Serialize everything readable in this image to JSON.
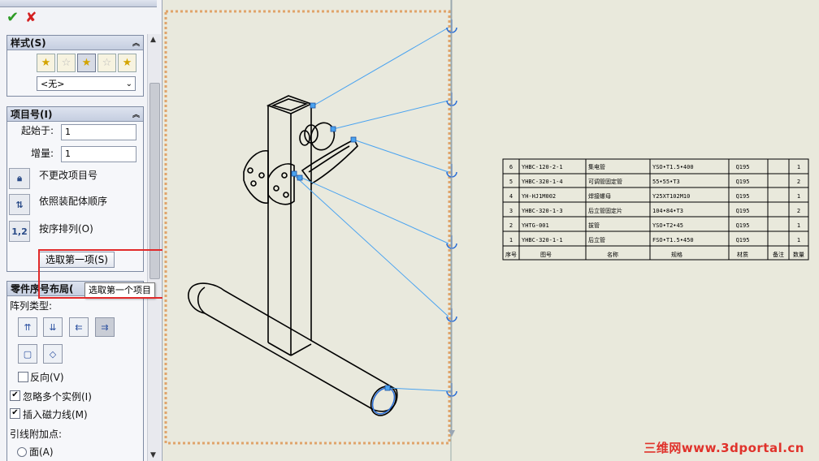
{
  "panel": {
    "ok_symbol": "✔",
    "cancel_symbol": "✘",
    "style_section": {
      "title": "样式(S)",
      "select_value": "<无>"
    },
    "item_section": {
      "title": "项目号(I)",
      "start_label": "起始于:",
      "start_value": "1",
      "increment_label": "增量:",
      "increment_value": "1",
      "option_unchanged": "不更改项目号",
      "option_assembly_order": "依照装配体顺序",
      "option_sorted": "按序排列(O)",
      "sorted_icon_text": "1,2",
      "select_first_button": "选取第一项(S)",
      "tooltip": "选取第一个项目"
    },
    "layout_section": {
      "title": "零件序号布局(",
      "array_type_label": "阵列类型:",
      "reverse_label": "反向(V)",
      "reverse_checked": false,
      "ignore_multi_label": "忽略多个实例(I)",
      "ignore_multi_checked": true,
      "magnet_label": "插入磁力线(M)",
      "magnet_checked": true,
      "leader_attach_label": "引线附加点:",
      "face_label": "面(A)"
    }
  },
  "bom": {
    "rows": [
      [
        "6",
        "YHBC-120-2-1",
        "集电管",
        "YSO•T1.5•400",
        "Q195",
        "",
        "1"
      ],
      [
        "5",
        "YHBC-320-1-4",
        "可调管固定管",
        "55•55•T3",
        "Q195",
        "",
        "2"
      ],
      [
        "4",
        "YH-HJ1M002",
        "焊接螺母",
        "Y25XT102M10",
        "Q195",
        "",
        "1"
      ],
      [
        "3",
        "YHBC-320-1-3",
        "后立管固定片",
        "104•84•T3",
        "Q195",
        "",
        "2"
      ],
      [
        "2",
        "YHTG-001",
        "拔管",
        "YSO•T2•45",
        "Q195",
        "",
        "1"
      ],
      [
        "1",
        "YHBC-320-1-1",
        "后立管",
        "FSO•T1.5•450",
        "Q195",
        "",
        "1"
      ]
    ],
    "headers": [
      "序号",
      "图号",
      "名称",
      "规格",
      "材质",
      "备注",
      "数量"
    ]
  },
  "watermark": "三维网www.3dportal.cn",
  "colors": {
    "balloon": "#2c6fd6",
    "leader": "#4aa3f0",
    "sketch_border": "#e0a46a",
    "highlight_box": "#e12a2a"
  }
}
